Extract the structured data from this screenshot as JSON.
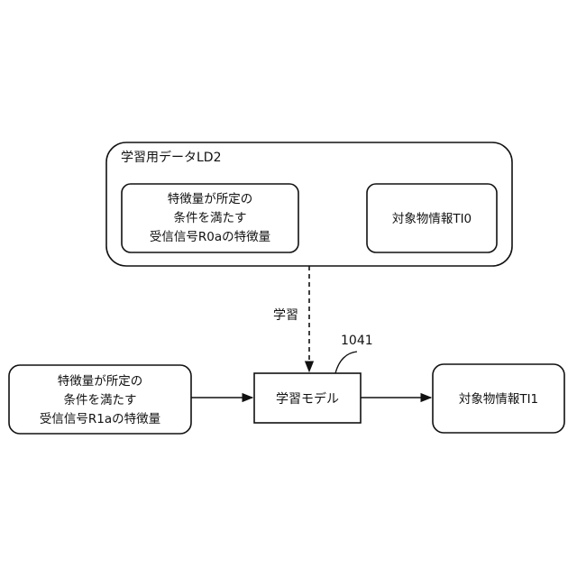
{
  "group": {
    "title": "学習用データLD2",
    "feature_box": [
      "特徴量が所定の",
      "条件を満たす",
      "受信信号R0aの特徴量"
    ],
    "target_box": "対象物情報TI0"
  },
  "edge_label": "学習",
  "model": {
    "ref": "1041",
    "label": "学習モデル"
  },
  "input_box": [
    "特徴量が所定の",
    "条件を満たす",
    "受信信号R1aの特徴量"
  ],
  "output_box": "対象物情報TI1"
}
